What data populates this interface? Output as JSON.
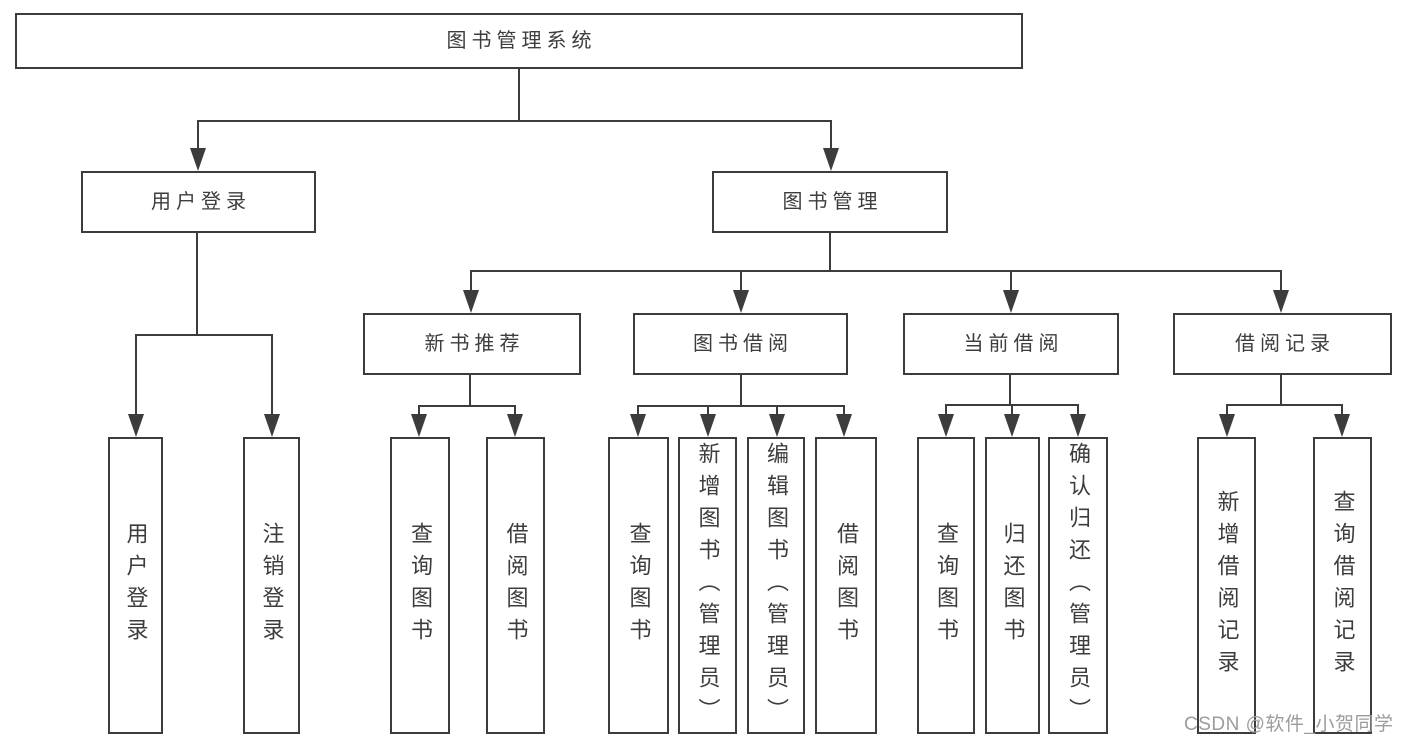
{
  "diagram": {
    "root": {
      "label": "图书管理系统"
    },
    "branches": [
      {
        "label": "用户登录",
        "children": [
          {
            "label": "用户登录"
          },
          {
            "label": "注销登录"
          }
        ]
      },
      {
        "label": "图书管理",
        "children": [
          {
            "label": "新书推荐",
            "children": [
              {
                "label": "查询图书"
              },
              {
                "label": "借阅图书"
              }
            ]
          },
          {
            "label": "图书借阅",
            "children": [
              {
                "label": "查询图书"
              },
              {
                "label": "新增图书（管理员）"
              },
              {
                "label": "编辑图书（管理员）"
              },
              {
                "label": "借阅图书"
              }
            ]
          },
          {
            "label": "当前借阅",
            "children": [
              {
                "label": "查询图书"
              },
              {
                "label": "归还图书"
              },
              {
                "label": "确认归还（管理员）"
              }
            ]
          },
          {
            "label": "借阅记录",
            "children": [
              {
                "label": "新增借阅记录"
              },
              {
                "label": "查询借阅记录"
              }
            ]
          }
        ]
      }
    ]
  },
  "watermark": {
    "text": "CSDN @软件_小贺同学"
  },
  "colors": {
    "line": "#3c3c3c",
    "text": "#3d3d3d",
    "background": "#ffffff",
    "watermark": "#9c9c9c"
  }
}
